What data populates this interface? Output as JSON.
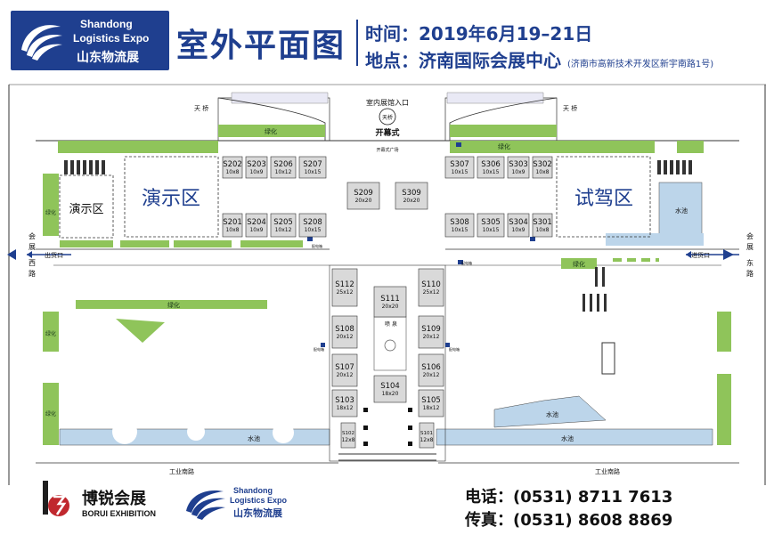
{
  "header": {
    "logo_line1": "Shandong",
    "logo_line2": "Logistics Expo",
    "logo_cn": "山东物流展",
    "title": "室外平面图",
    "time_label": "时间：",
    "time_value": "2019年6月19–21日",
    "place_label": "地点：",
    "place_value": "济南国际会展中心",
    "place_note": "(济南市高新技术开发区新宇南路1号)"
  },
  "map": {
    "indoor_entrance": "室内展馆入口",
    "sky_bridge_circle": "天桥",
    "opening": "开幕式",
    "opening_square": "开幕式广场",
    "sky_bridge_left": "天 桥",
    "sky_bridge_right": "天 桥",
    "demo_area_small": "演示区",
    "demo_area_big": "演示区",
    "test_drive_area": "试驾区",
    "pond": "水池",
    "green": "绿化",
    "road_west": [
      "会",
      "展",
      "西",
      "路"
    ],
    "road_east": [
      "会",
      "展",
      "东",
      "路"
    ],
    "exit": "出货口",
    "entry": "进货口",
    "road_south_left": "工业南路",
    "road_south_right": "工业南路",
    "power_box": "配电箱",
    "center_sculpture_1": "喷",
    "center_sculpture_2": "泉",
    "booths": [
      {
        "id": "S202",
        "size": "10x8"
      },
      {
        "id": "S203",
        "size": "10x9"
      },
      {
        "id": "S206",
        "size": "10x12"
      },
      {
        "id": "S207",
        "size": "10x15"
      },
      {
        "id": "S201",
        "size": "10x8"
      },
      {
        "id": "S204",
        "size": "10x9"
      },
      {
        "id": "S205",
        "size": "10x12"
      },
      {
        "id": "S208",
        "size": "10x15"
      },
      {
        "id": "S209",
        "size": "20x20"
      },
      {
        "id": "S309",
        "size": "20x20"
      },
      {
        "id": "S307",
        "size": "10x15"
      },
      {
        "id": "S306",
        "size": "10x15"
      },
      {
        "id": "S303",
        "size": "10x9"
      },
      {
        "id": "S302",
        "size": "10x8"
      },
      {
        "id": "S308",
        "size": "10x15"
      },
      {
        "id": "S305",
        "size": "10x15"
      },
      {
        "id": "S304",
        "size": "10x9"
      },
      {
        "id": "S301",
        "size": "10x8"
      },
      {
        "id": "S112",
        "size": "25x12"
      },
      {
        "id": "S111",
        "size": "20x20"
      },
      {
        "id": "S110",
        "size": "25x12"
      },
      {
        "id": "S108",
        "size": "20x12"
      },
      {
        "id": "S109",
        "size": "20x12"
      },
      {
        "id": "S107",
        "size": "20x12"
      },
      {
        "id": "S106",
        "size": "20x12"
      },
      {
        "id": "S104",
        "size": "18x20"
      },
      {
        "id": "S103",
        "size": "18x12"
      },
      {
        "id": "S105",
        "size": "18x12"
      },
      {
        "id": "S102",
        "size": "12x8"
      },
      {
        "id": "S101",
        "size": "12x8"
      }
    ]
  },
  "footer": {
    "borui_cn": "博锐会展",
    "borui_en": "BORUI EXHIBITION",
    "logo_line1": "Shandong",
    "logo_line2": "Logistics Expo",
    "logo_cn": "山东物流展",
    "phone_label": "电话：",
    "phone_value": "(0531) 8711 7613",
    "fax_label": "传真：",
    "fax_value": "(0531) 8608 8869"
  },
  "colors": {
    "brand_blue": "#1f3f8f",
    "green": "#8fc45a",
    "water": "#bcd5ea",
    "booth": "#d9d9d9",
    "brand_red": "#c0282e"
  }
}
